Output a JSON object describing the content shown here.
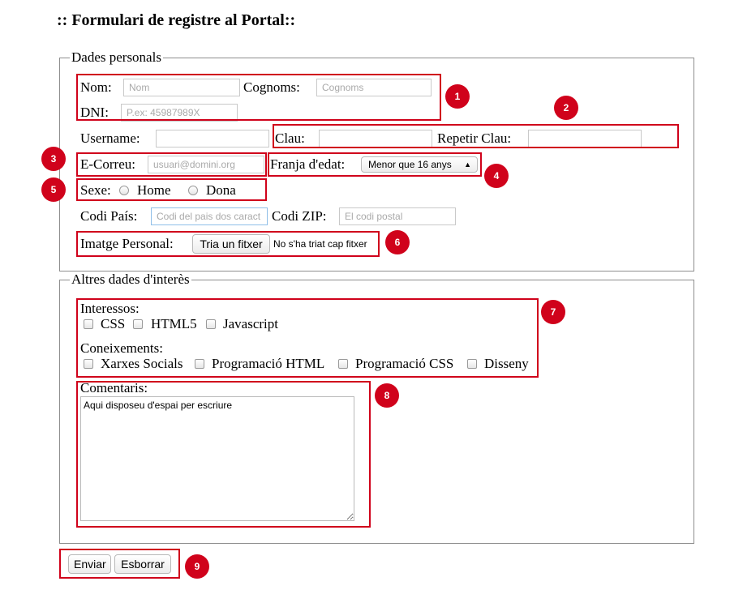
{
  "page_title": ":: Formulari de registre al Portal::",
  "personal": {
    "legend": "Dades personals",
    "nom_label": "Nom:",
    "nom_placeholder": "Nom",
    "cognoms_label": "Cognoms:",
    "cognoms_placeholder": "Cognoms",
    "dni_label": "DNI:",
    "dni_placeholder": "P.ex: 45987989X",
    "username_label": "Username:",
    "clau_label": "Clau:",
    "repetir_clau_label": "Repetir Clau:",
    "email_label": "E-Correu:",
    "email_placeholder": "usuari@domini.org",
    "franja_label": "Franja d'edat:",
    "franja_selected": "Menor que 16 anys",
    "sexe_label": "Sexe:",
    "sexe_options": [
      "Home",
      "Dona"
    ],
    "codi_pais_label": "Codi País:",
    "codi_pais_placeholder": "Codi del pais dos caract",
    "codi_zip_label": "Codi ZIP:",
    "codi_zip_placeholder": "El codi postal",
    "imatge_label": "Imatge Personal:",
    "file_button": "Tria un fitxer",
    "file_status": "No s'ha triat cap fitxer"
  },
  "interest": {
    "legend": "Altres dades d'interès",
    "interessos_label": "Interessos:",
    "interessos": [
      "CSS",
      "HTML5",
      "Javascript"
    ],
    "coneixements_label": "Coneixements:",
    "coneixements": [
      "Xarxes Socials",
      "Programació HTML",
      "Programació CSS",
      "Disseny"
    ],
    "comentaris_label": "Comentaris:",
    "comentaris_value": "Aqui disposeu d'espai per escriure"
  },
  "buttons": {
    "send": "Enviar",
    "clear": "Esborrar"
  },
  "badges": [
    "1",
    "2",
    "3",
    "4",
    "5",
    "6",
    "7",
    "8",
    "9"
  ],
  "colors": {
    "annotation_red": "#d0021b"
  }
}
